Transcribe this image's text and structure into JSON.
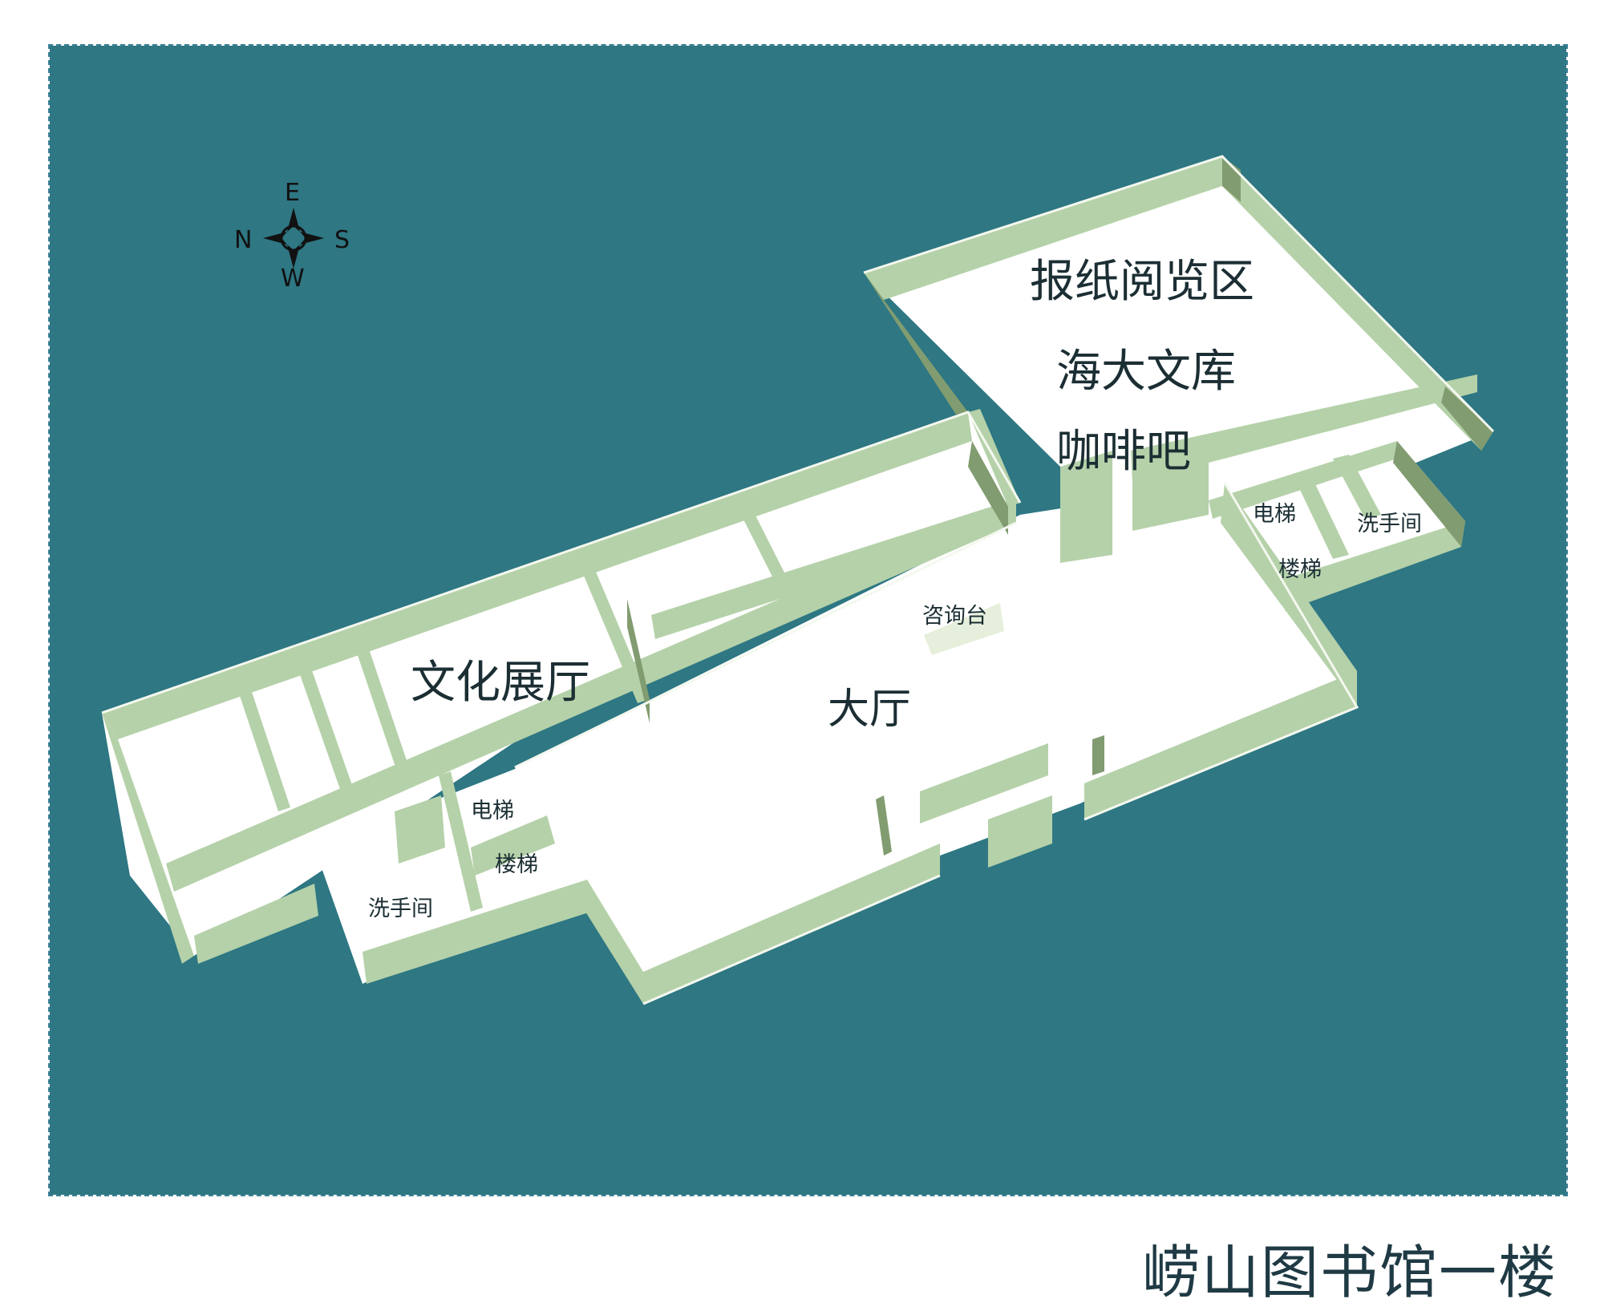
{
  "title": "崂山图书馆一楼",
  "compass": {
    "north": "N",
    "east": "E",
    "south": "S",
    "west": "W"
  },
  "rooms": {
    "newspaper": "报纸阅览区",
    "haida_library": "海大文库",
    "cafe": "咖啡吧",
    "culture_hall": "文化展厅",
    "lobby": "大厅",
    "info_desk": "咨询台",
    "elevator_west": "电梯",
    "stairs_west": "楼梯",
    "restroom_west": "洗手间",
    "elevator_east": "电梯",
    "stairs_east": "楼梯",
    "restroom_east": "洗手间"
  },
  "colors": {
    "background": "#2e7783",
    "floor": "#ffffff",
    "wall_light": "#b5d1a9",
    "wall_dark": "#819c70",
    "wall_top": "#f4f8ef",
    "title": "#1f3a44"
  }
}
